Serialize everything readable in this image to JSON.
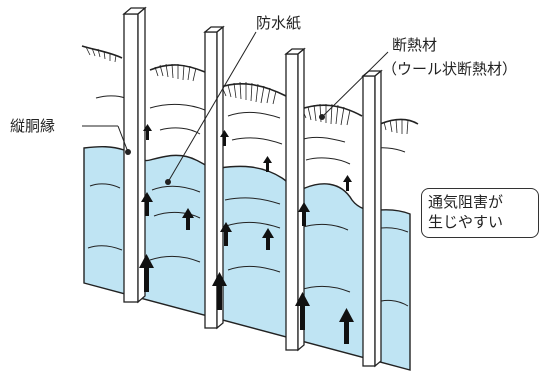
{
  "labels": {
    "vapor_barrier": "防水紙",
    "insulation": "断熱材",
    "insulation_detail": "（ウール状断熱材）",
    "furring": "縦胴縁"
  },
  "note": {
    "line1": "通気阻害が",
    "line2": "生じやすい"
  },
  "colors": {
    "insulation_fill": "#bfe4f3",
    "line": "#222222",
    "arrow": "#111111"
  }
}
